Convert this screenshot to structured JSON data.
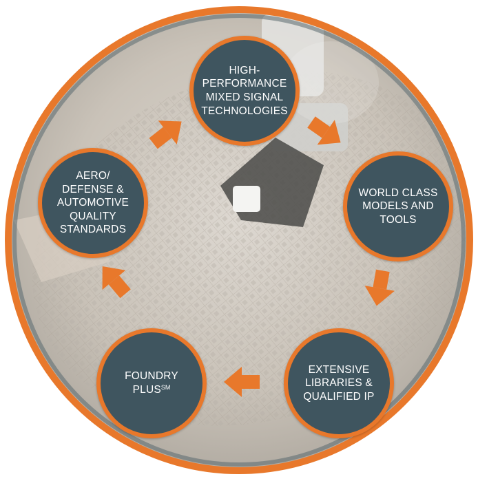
{
  "diagram": {
    "colors": {
      "ring": "#e8782b",
      "node_fill": "#3f555f",
      "node_border": "#e8782b",
      "arrow": "#e8782b",
      "text": "#ffffff",
      "photo_bg": "#c9c2b8"
    },
    "nodes": {
      "high_performance": {
        "label": "HIGH-\nPERFORMANCE\nMIXED SIGNAL\nTECHNOLOGIES"
      },
      "world_class": {
        "label": "WORLD CLASS\nMODELS AND\nTOOLS"
      },
      "extensive": {
        "label": "EXTENSIVE\nLIBRARIES &\nQUALIFIED IP"
      },
      "foundry": {
        "label": "FOUNDRY\nPLUS",
        "superscript": "SM"
      },
      "aero": {
        "label": "AERO/\nDEFENSE &\nAUTOMOTIVE\nQUALITY\nSTANDARDS"
      }
    },
    "arrows": [
      {
        "from": "high_performance",
        "to": "world_class",
        "icon": "arrow-right-down-icon"
      },
      {
        "from": "world_class",
        "to": "extensive",
        "icon": "arrow-down-icon"
      },
      {
        "from": "extensive",
        "to": "foundry",
        "icon": "arrow-left-icon"
      },
      {
        "from": "foundry",
        "to": "aero",
        "icon": "arrow-up-left-icon"
      },
      {
        "from": "aero",
        "to": "high_performance",
        "icon": "arrow-up-right-icon"
      }
    ]
  }
}
